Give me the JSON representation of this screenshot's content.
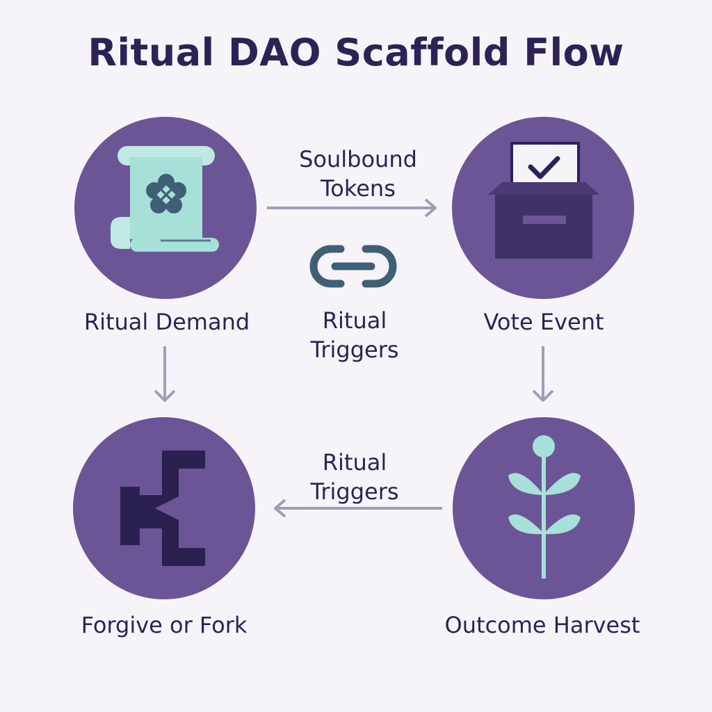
{
  "title": "Ritual DAO Scaffold Flow",
  "nodes": {
    "ritual_demand": {
      "label": "Ritual Demand",
      "icon": "scroll-flower-icon"
    },
    "vote_event": {
      "label": "Vote Event",
      "icon": "ballot-box-icon"
    },
    "outcome_harvest": {
      "label": "Outcome Harvest",
      "icon": "sprout-icon"
    },
    "forgive_or_fork": {
      "label": "Forgive or Fork",
      "icon": "fork-bracket-icon"
    }
  },
  "edges": {
    "top": {
      "line1": "Soulbound",
      "line2": "Tokens"
    },
    "center": {
      "line1": "Ritual",
      "line2": "Triggers",
      "icon": "chain-link-icon"
    },
    "bottom": {
      "line1": "Ritual",
      "line2": "Triggers"
    }
  },
  "colors": {
    "background": "#f6f4f8",
    "circle": "#6c5596",
    "accent": "#a6e0d8",
    "text": "#2d2255",
    "arrow": "#a39cb8"
  }
}
